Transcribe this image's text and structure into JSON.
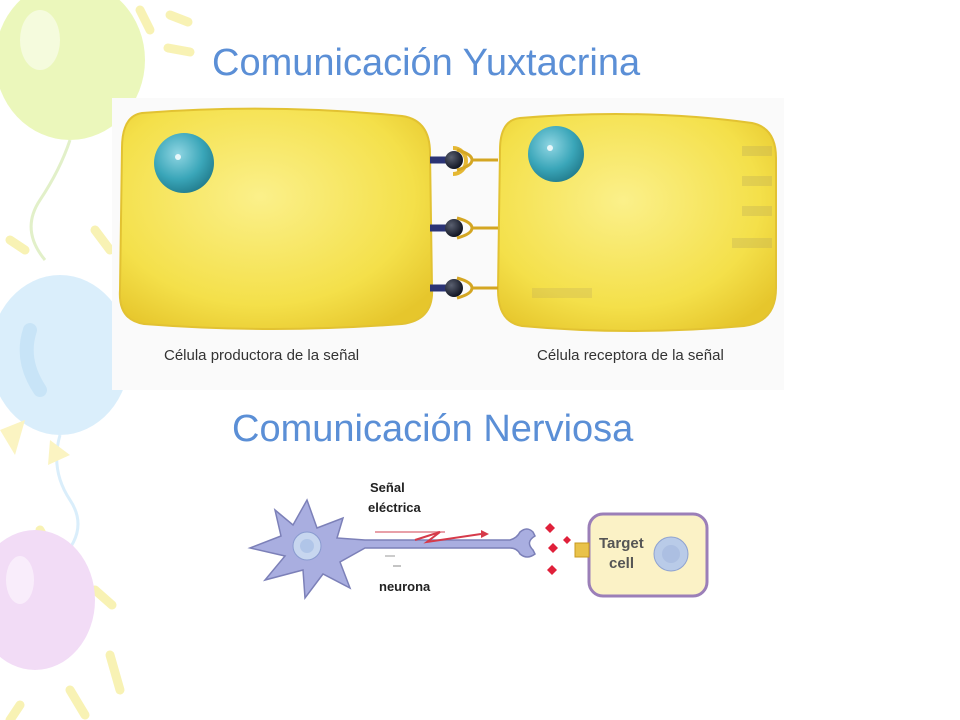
{
  "slide": {
    "title_juxtacrine": "Comunicación Yuxtacrina",
    "title_nervous": "Comunicación Nerviosa"
  },
  "juxtacrine": {
    "producer_label": "Célula productora de la señal",
    "receiver_label": "Célula receptora de la señal",
    "cell_color": "#f4e04a",
    "nucleus_color": "#3aa6b9"
  },
  "nervous": {
    "signal_label_line1": "Señal",
    "signal_label_line2": "eléctrica",
    "neuron_label": "neurona",
    "target_label_line1": "Target",
    "target_label_line2": "cell",
    "neuron_color": "#a9aee0",
    "neurotransmitter_color": "#e0203a"
  },
  "palette": {
    "title_color": "#5b8fd6",
    "balloon_colors": [
      "#e8f6b0",
      "#d4ecfb",
      "#f0d6f5",
      "#fbf3b8"
    ]
  }
}
